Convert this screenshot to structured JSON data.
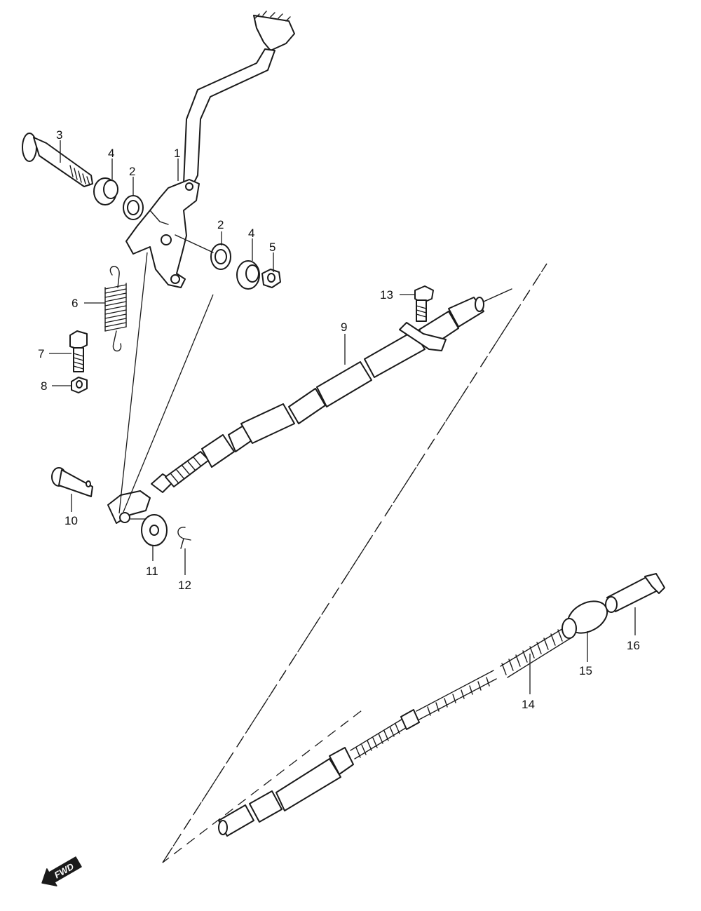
{
  "diagram": {
    "parts": [
      {
        "id": "p1",
        "number": "1"
      },
      {
        "id": "p2a",
        "number": "2"
      },
      {
        "id": "p2b",
        "number": "2"
      },
      {
        "id": "p3",
        "number": "3"
      },
      {
        "id": "p4a",
        "number": "4"
      },
      {
        "id": "p4b",
        "number": "4"
      },
      {
        "id": "p5",
        "number": "5"
      },
      {
        "id": "p6",
        "number": "6"
      },
      {
        "id": "p7",
        "number": "7"
      },
      {
        "id": "p8",
        "number": "8"
      },
      {
        "id": "p9",
        "number": "9"
      },
      {
        "id": "p10",
        "number": "10"
      },
      {
        "id": "p11",
        "number": "11"
      },
      {
        "id": "p12",
        "number": "12"
      },
      {
        "id": "p13",
        "number": "13"
      },
      {
        "id": "p14",
        "number": "14"
      },
      {
        "id": "p15",
        "number": "15"
      },
      {
        "id": "p16",
        "number": "16"
      }
    ],
    "direction_indicator": {
      "label": "FWD",
      "icon": "forward-arrow-icon"
    },
    "line_color": "#1a1a1a"
  }
}
